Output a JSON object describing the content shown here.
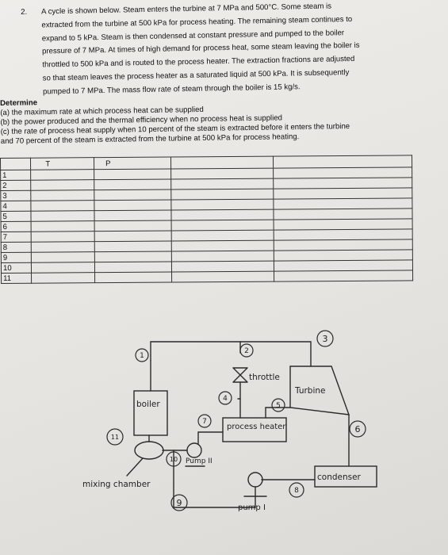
{
  "problem": {
    "number": "2.",
    "lines": [
      "A cycle is shown below. Steam enters the turbine at 7 MPa and 500°C. Some steam is",
      "extracted from the turbine at 500 kPa for process heating. The remaining steam continues to",
      "expand to 5 kPa. Steam is then condensed at constant pressure and pumped to the boiler",
      "pressure of 7 MPa. At times of high demand for process heat, some steam leaving the boiler is",
      "throttled to 500 kPa and is routed to the process heater. The extraction fractions are adjusted",
      "so that steam leaves the process heater as a saturated liquid at 500 kPa. It is subsequently",
      "pumped to 7 MPa. The mass flow rate of steam through the boiler is 15 kg/s."
    ]
  },
  "determine": {
    "heading": "Determine",
    "a": "(a) the maximum rate at which process heat can be supplied",
    "b": "(b) the power produced and the thermal efficiency when no process heat is supplied",
    "c1": "(c) the rate of process heat supply when 10 percent of the steam is extracted before it enters the turbine",
    "c2": "and 70 percent of the steam is extracted from the turbine at 500 kPa for process heating."
  },
  "table": {
    "headers": [
      "",
      "T",
      "P",
      "",
      ""
    ],
    "rows": [
      "1",
      "2",
      "3",
      "4",
      "5",
      "6",
      "7",
      "8",
      "9",
      "10",
      "11"
    ]
  },
  "diagram": {
    "labels": {
      "boiler": "boiler",
      "throttle": "throttle",
      "turbine": "Turbine",
      "process_heater": "process heater",
      "pump2": "Pump II",
      "mixing_chamber": "mixing chamber",
      "condenser": "condenser",
      "pump1": "pump I"
    },
    "states": [
      "1",
      "2",
      "3",
      "4",
      "5",
      "6",
      "7",
      "8",
      "9",
      "10",
      "11"
    ]
  }
}
